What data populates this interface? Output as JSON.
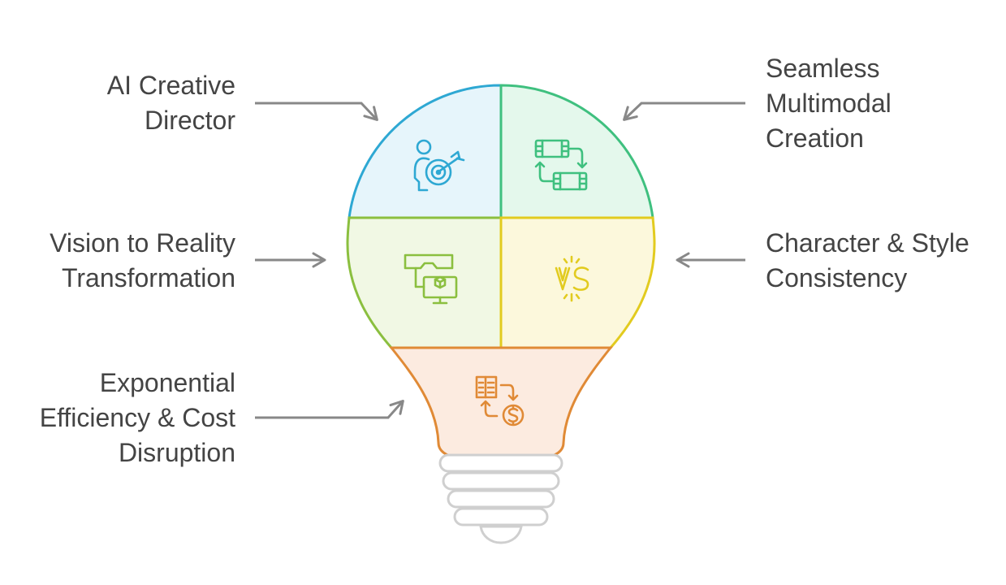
{
  "labels": {
    "ai_creative_director": "AI Creative\nDirector",
    "seamless_multimodal": "Seamless\nMultimodal\nCreation",
    "vision_to_reality": "Vision to Reality\nTransformation",
    "character_style": "Character & Style\nConsistency",
    "exponential_efficiency": "Exponential\nEfficiency & Cost\nDisruption"
  },
  "icons": {
    "ai_creative_director": "person-target-icon",
    "seamless_multimodal": "film-swap-icon",
    "vision_to_reality": "vr-headset-monitor-icon",
    "character_style": "versus-icon",
    "exponential_efficiency": "book-to-dollar-icon"
  },
  "colors": {
    "blue": "#2ea8d3",
    "blue_fill": "#e6f5fb",
    "green": "#3fc07f",
    "green_fill": "#e4f8ec",
    "lime": "#8bbf3f",
    "lime_fill": "#f1f8e4",
    "yellow": "#e2cb1f",
    "yellow_fill": "#fcf8dc",
    "orange": "#e08a36",
    "orange_fill": "#fcebe0",
    "arrow": "#888888",
    "text": "#444444",
    "base": "#cfcfcf"
  }
}
